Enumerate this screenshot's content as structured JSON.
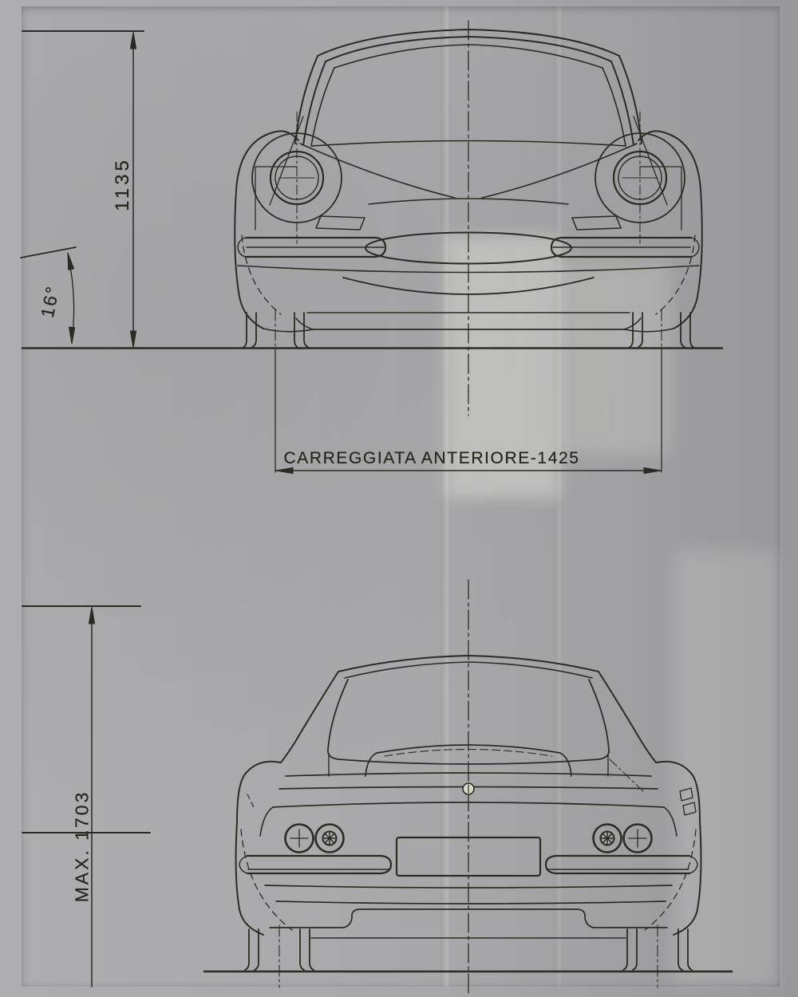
{
  "drawing": {
    "labels": {
      "front_height": "1135",
      "windshield_angle": "16°",
      "front_track": "CARREGGIATA ANTERIORE-1425",
      "max_width": "MAX. 1703"
    },
    "colors": {
      "paper": "#dad7c7",
      "ink": "#2b2b24",
      "photo_edge": "#a4a4a6"
    }
  }
}
